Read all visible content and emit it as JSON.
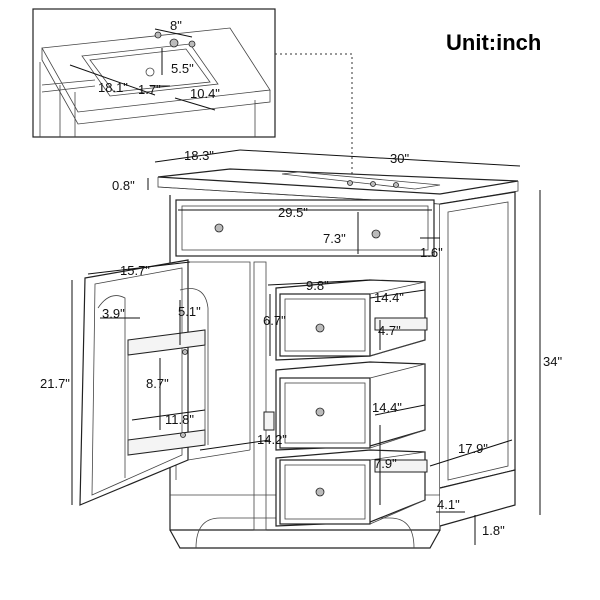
{
  "unit_label": "Unit:inch",
  "dimensions": {
    "faucet_spacing": "8\"",
    "basin_length": "18.1\"",
    "drain_offset": "1.7\"",
    "basin_depth": "5.5\"",
    "basin_width": "10.4\"",
    "depth_total": "18.3\"",
    "width_total": "30\"",
    "top_thickness": "0.8\"",
    "drawer_front_width": "29.5\"",
    "drawer_front_height": "7.3\"",
    "side_inset": "1.6\"",
    "door_width": "15.7\"",
    "shelf_depth": "3.9\"",
    "shelf_height": "5.1\"",
    "door_height": "21.7\"",
    "rack_height": "8.7\"",
    "rack_width": "11.8\"",
    "drawer_width": "9.8\"",
    "drawer_depth_1": "14.4\"",
    "drawer_height_1": "6.7\"",
    "drawer_inner_1": "4.7\"",
    "drawer_depth_2": "14.4\"",
    "cabinet_depth": "14.2\"",
    "drawer_inner_2": "7.9\"",
    "total_height": "34\"",
    "side_depth": "17.9\"",
    "toe_kick_height": "4.1\"",
    "foot_height": "1.8\""
  }
}
